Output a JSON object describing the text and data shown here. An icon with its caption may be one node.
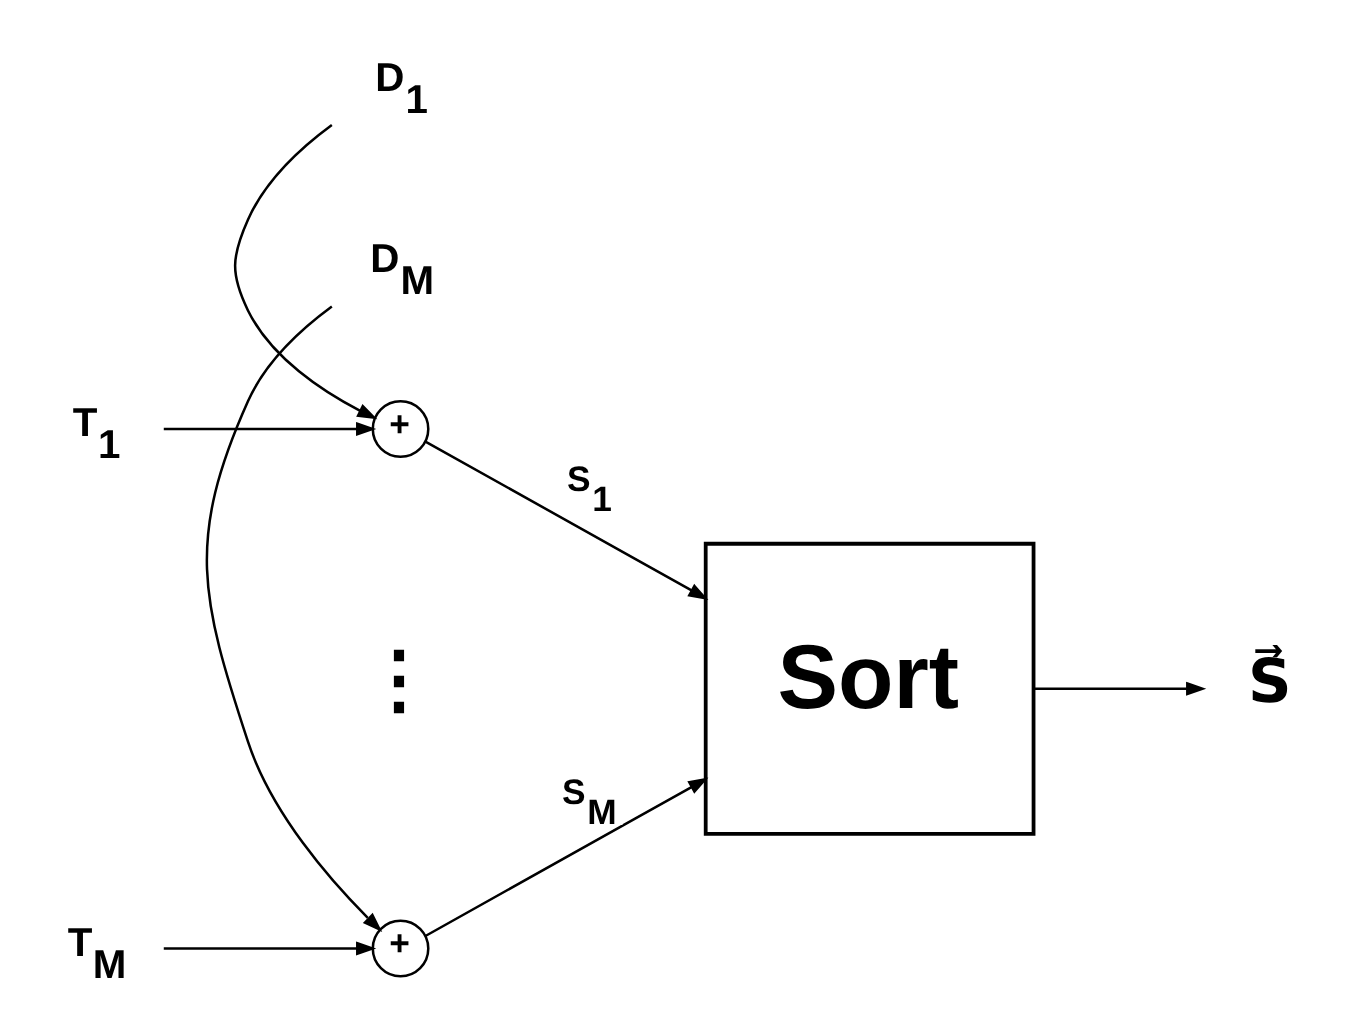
{
  "diagram": {
    "nodes": [
      {
        "text": [
          "D$_{1}$"
        ]
      },
      {
        "text": [
          "T$_{1}$"
        ]
      },
      {
        "text": [
          "+"
        ]
      },
      {
        "text": [
          "T$_{M}$"
        ]
      },
      {
        "text": [
          "+"
        ]
      },
      {
        "text": [
          "D$_{M}$"
        ]
      },
      {
        "text": [
          "Sort"
        ]
      },
      {
        "text": [
          "S⃗"
        ]
      }
    ],
    "edges": [
      {
        "from": 0,
        "to": 2,
        "arrow": "to"
      },
      {
        "from": 1,
        "to": 2,
        "arrow": "to"
      },
      {
        "from": 2,
        "to": 6,
        "arrow": "to",
        "label": "S$_{1}$"
      },
      {
        "from": 3,
        "to": 4,
        "arrow": "to"
      },
      {
        "from": 5,
        "to": 4,
        "arrow": "to"
      },
      {
        "from": 4,
        "to": 6,
        "arrow": "to",
        "label": "S$_{M}$"
      },
      {
        "from": 6,
        "to": 7,
        "arrow": "to"
      }
    ],
    "labels": [
      "⋮"
    ]
  }
}
